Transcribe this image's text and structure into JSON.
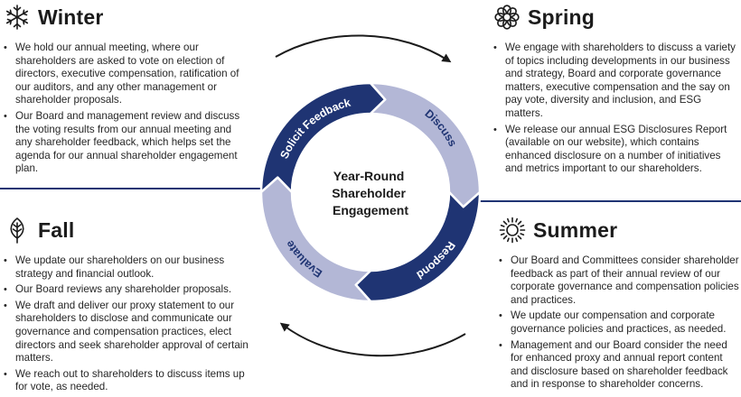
{
  "winter": {
    "title": "Winter",
    "icon": "snowflake-icon",
    "bullets": [
      "We hold our annual meeting, where our shareholders are asked to vote on election of directors, executive compensation, ratification of our auditors, and any other management or shareholder proposals.",
      "Our Board and management review and discuss the voting results from our annual meeting and any shareholder feedback, which helps set the agenda for our annual shareholder engagement plan."
    ]
  },
  "spring": {
    "title": "Spring",
    "icon": "flower-icon",
    "bullets": [
      "We engage with shareholders to discuss a variety of topics including developments in our business and strategy, Board and corporate governance matters, executive compensation and the say on pay vote, diversity and inclusion, and ESG matters.",
      "We release our annual ESG Disclosures Report (available on our website), which contains enhanced disclosure on a number of initiatives and metrics important to our shareholders."
    ]
  },
  "fall": {
    "title": "Fall",
    "icon": "leaf-icon",
    "bullets": [
      "We update our shareholders on our business strategy and financial outlook.",
      "Our Board reviews any shareholder proposals.",
      "We draft and deliver our proxy statement to our shareholders to disclose and communicate our governance and compensation practices, elect directors and seek shareholder approval of certain matters.",
      "We reach out to shareholders to discuss items up for vote, as needed."
    ]
  },
  "summer": {
    "title": "Summer",
    "icon": "sun-icon",
    "bullets": [
      "Our Board and Committees consider shareholder feedback as part of their annual review of our corporate governance and compensation policies and practices.",
      "We update our compensation and corporate governance policies and practices, as needed.",
      "Management and our Board consider the need for enhanced proxy and annual report content and disclosure based on shareholder feedback and in response to shareholder concerns."
    ]
  },
  "cycle": {
    "center_lines": [
      "Year-Round",
      "Shareholder",
      "Engagement"
    ],
    "segments": [
      {
        "label": "Solicit Feedback",
        "color": "#1f3473"
      },
      {
        "label": "Discuss",
        "color": "#b3b7d6"
      },
      {
        "label": "Respond",
        "color": "#1f3473"
      },
      {
        "label": "Evaluate",
        "color": "#b3b7d6"
      }
    ]
  },
  "colors": {
    "dark_navy": "#1f3473",
    "light_lavender": "#b3b7d6",
    "divider": "#1f3473"
  }
}
